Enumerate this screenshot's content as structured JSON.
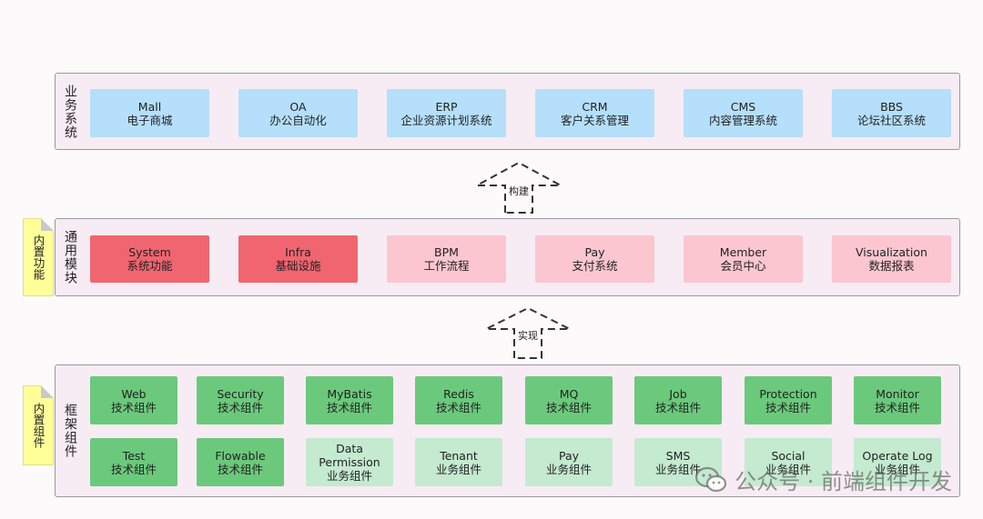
{
  "business": {
    "title": "业务系统",
    "items": [
      {
        "en": "Mall",
        "zh": "电子商城"
      },
      {
        "en": "OA",
        "zh": "办公自动化"
      },
      {
        "en": "ERP",
        "zh": "企业资源计划系统"
      },
      {
        "en": "CRM",
        "zh": "客户关系管理"
      },
      {
        "en": "CMS",
        "zh": "内容管理系统"
      },
      {
        "en": "BBS",
        "zh": "论坛社区系统"
      }
    ]
  },
  "arrow_build": {
    "label": "构建"
  },
  "common": {
    "title": "通用模块",
    "note": "内置功能",
    "items": [
      {
        "en": "System",
        "zh": "系统功能"
      },
      {
        "en": "Infra",
        "zh": "基础设施"
      },
      {
        "en": "BPM",
        "zh": "工作流程"
      },
      {
        "en": "Pay",
        "zh": "支付系统"
      },
      {
        "en": "Member",
        "zh": "会员中心"
      },
      {
        "en": "Visualization",
        "zh": "数据报表"
      }
    ]
  },
  "arrow_impl": {
    "label": "实现"
  },
  "framework": {
    "title": "框架组件",
    "note": "内置组件",
    "row1": [
      {
        "en": "Web",
        "zh": "技术组件"
      },
      {
        "en": "Security",
        "zh": "技术组件"
      },
      {
        "en": "MyBatis",
        "zh": "技术组件"
      },
      {
        "en": "Redis",
        "zh": "技术组件"
      },
      {
        "en": "MQ",
        "zh": "技术组件"
      },
      {
        "en": "Job",
        "zh": "技术组件"
      },
      {
        "en": "Protection",
        "zh": "技术组件"
      },
      {
        "en": "Monitor",
        "zh": "技术组件"
      }
    ],
    "row2": [
      {
        "en": "Test",
        "zh": "技术组件"
      },
      {
        "en": "Flowable",
        "zh": "技术组件"
      },
      {
        "en": "Data",
        "en2": "Permission",
        "zh": "业务组件"
      },
      {
        "en": "Tenant",
        "zh": "业务组件"
      },
      {
        "en": "Pay",
        "zh": "业务组件"
      },
      {
        "en": "SMS",
        "zh": "业务组件"
      },
      {
        "en": "Social",
        "zh": "业务组件"
      },
      {
        "en": "Operate Log",
        "zh": "业务组件"
      }
    ]
  },
  "watermark": {
    "text": "公众号 · 前端组件开发"
  },
  "colors": {
    "panel": "#f7ecf4",
    "business_box": "#b5dffb",
    "builtin_red": "#f06570",
    "module_pink": "#fbc6d0",
    "tech_green": "#6bc97c",
    "biz_lightgreen": "#c4ead0",
    "note_yellow": "#ffff9a"
  }
}
